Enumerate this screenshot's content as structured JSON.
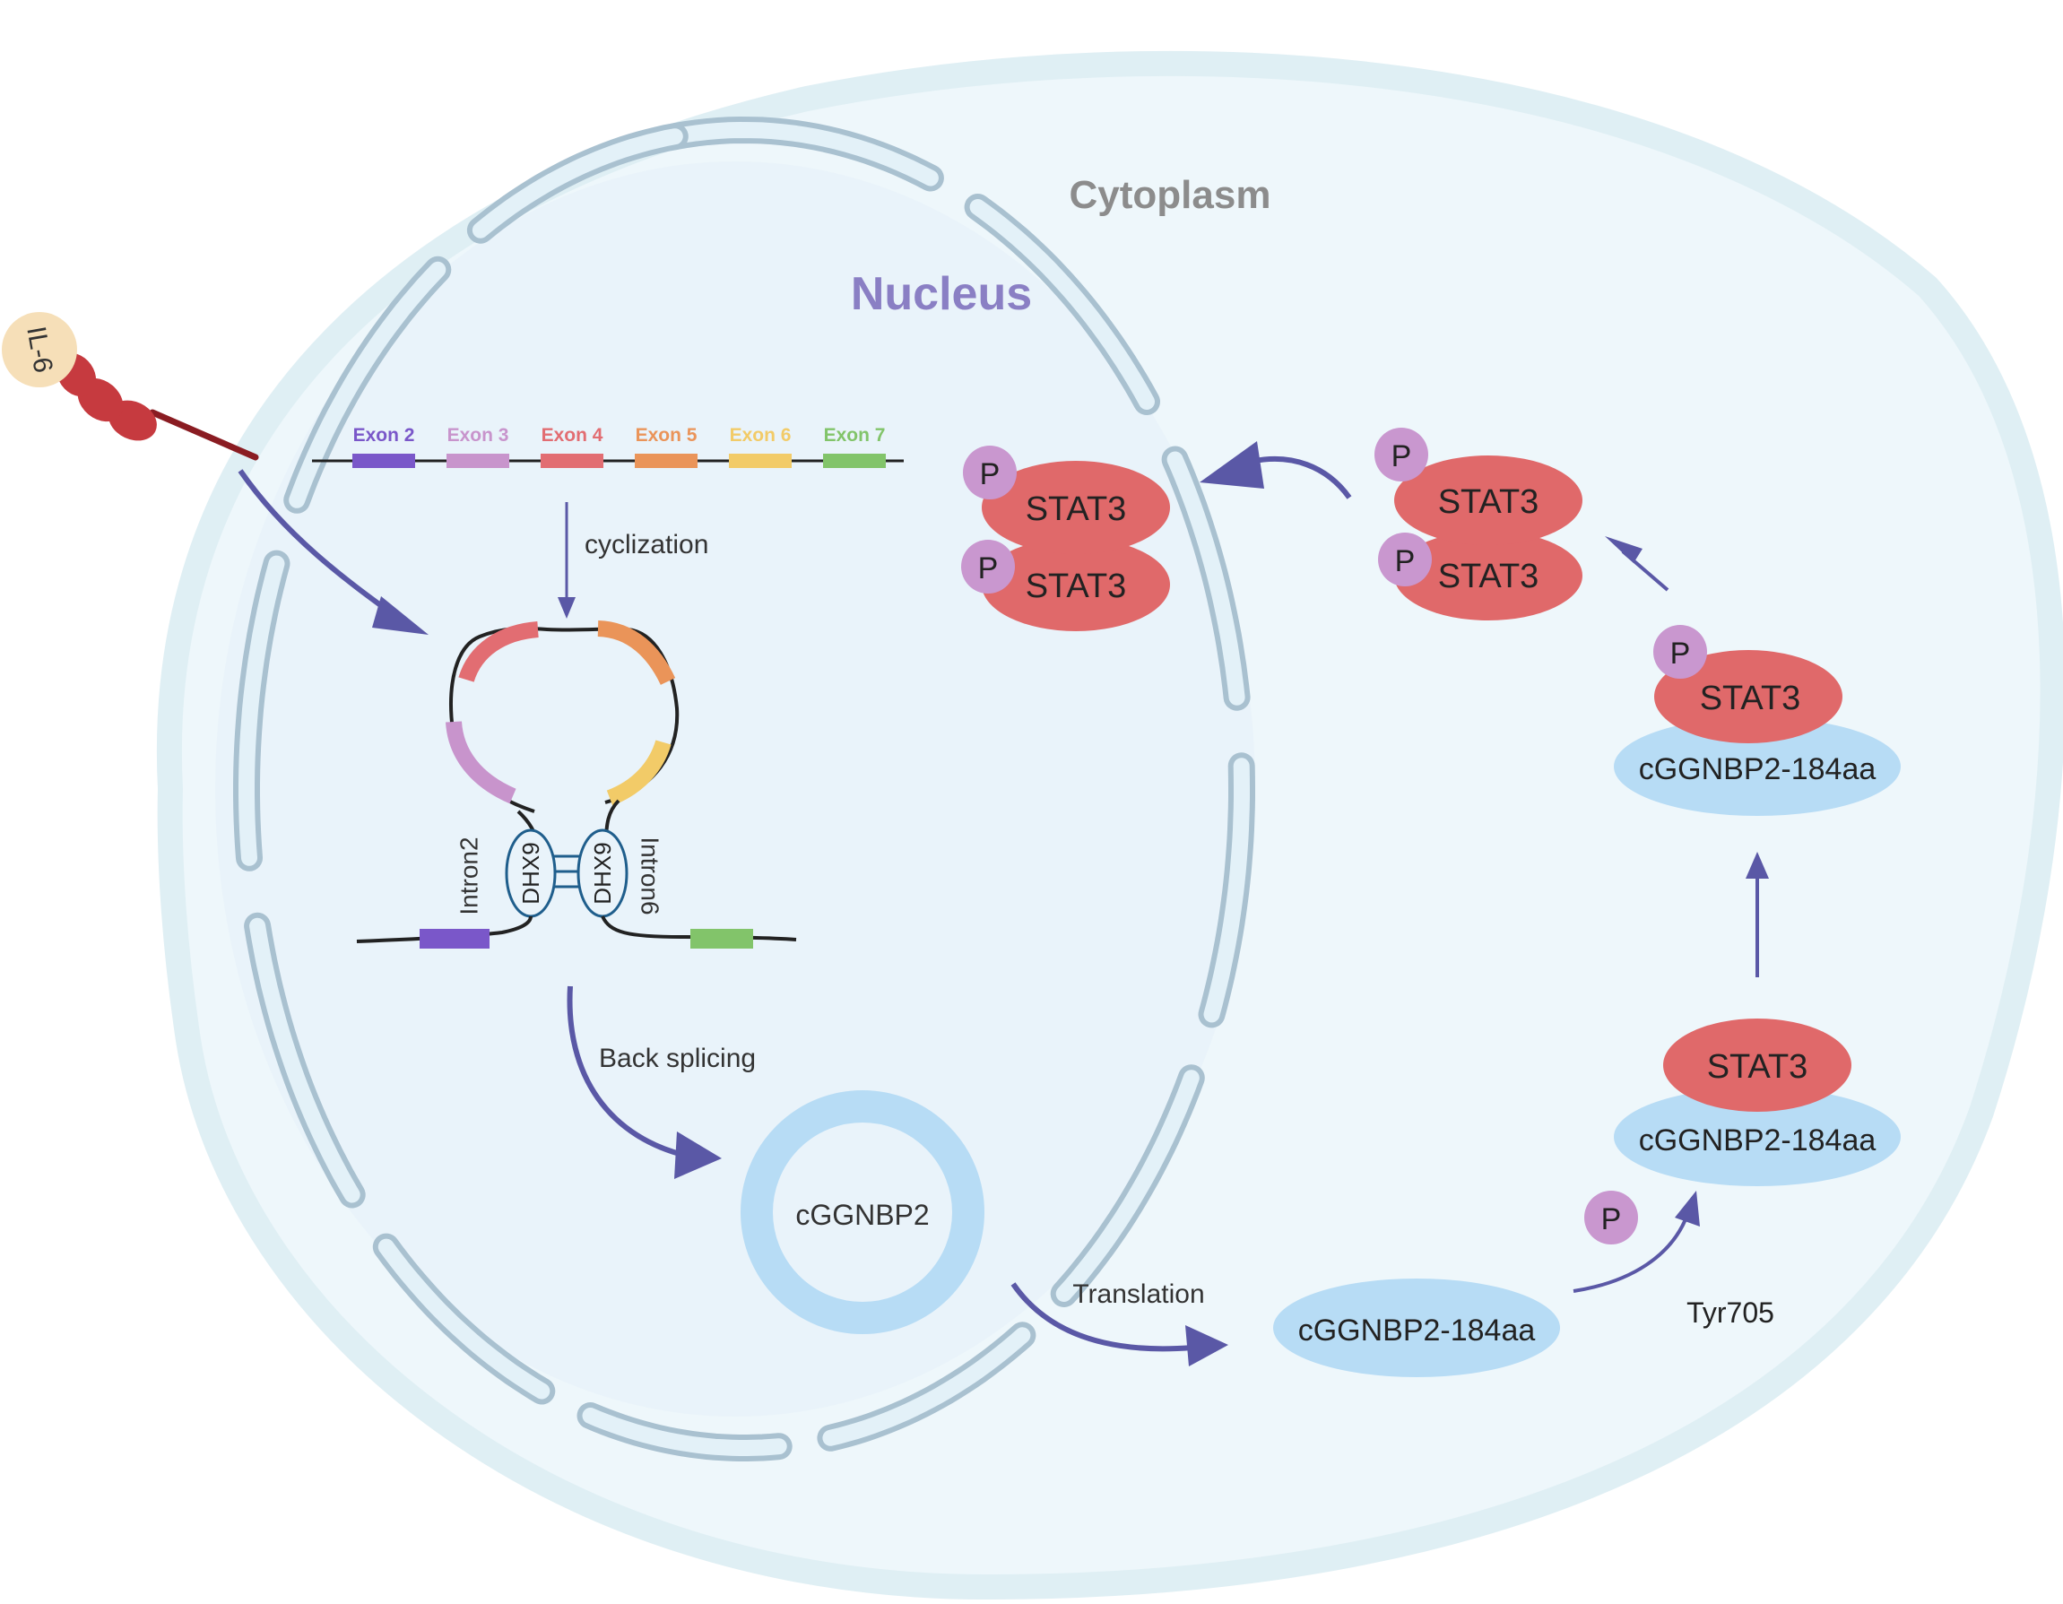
{
  "labels": {
    "cytoplasm": "Cytoplasm",
    "nucleus": "Nucleus",
    "ligand": "IL-6",
    "cyclization": "cyclization",
    "back_splicing": "Back splicing",
    "translation": "Translation",
    "intron_left": "Intron2",
    "intron_right": "Intron6",
    "helicase": "DHX9",
    "circrna": "cGGNBP2",
    "peptide": "cGGNBP2-184aa",
    "protein": "STAT3",
    "phospho": "P",
    "site": "Tyr705"
  },
  "exons": [
    {
      "label": "Exon 2",
      "color": "#7a57c9"
    },
    {
      "label": "Exon 3",
      "color": "#c894cc"
    },
    {
      "label": "Exon 4",
      "color": "#e26d72"
    },
    {
      "label": "Exon 5",
      "color": "#ea9459"
    },
    {
      "label": "Exon 6",
      "color": "#f2cb68"
    },
    {
      "label": "Exon 7",
      "color": "#82c46a"
    }
  ],
  "colors": {
    "cell_fill": "#eef7fb",
    "cell_border": "#dfeff4",
    "nucleus_fill": "#e9f3fa",
    "envelope_stroke": "#a9c1d0",
    "envelope_fill": "#e3f1f8",
    "arrow": "#5a58a6",
    "stat3": "#e0696a",
    "peptide": "#b7dcf5",
    "phospho": "#c997cf",
    "circ_ring": "#b7dcf5",
    "receptor": "#c63a3f",
    "il6": "#f6dfb8",
    "nucleus_label": "#8a7fc4",
    "cytoplasm_label": "#8c8c8c"
  }
}
